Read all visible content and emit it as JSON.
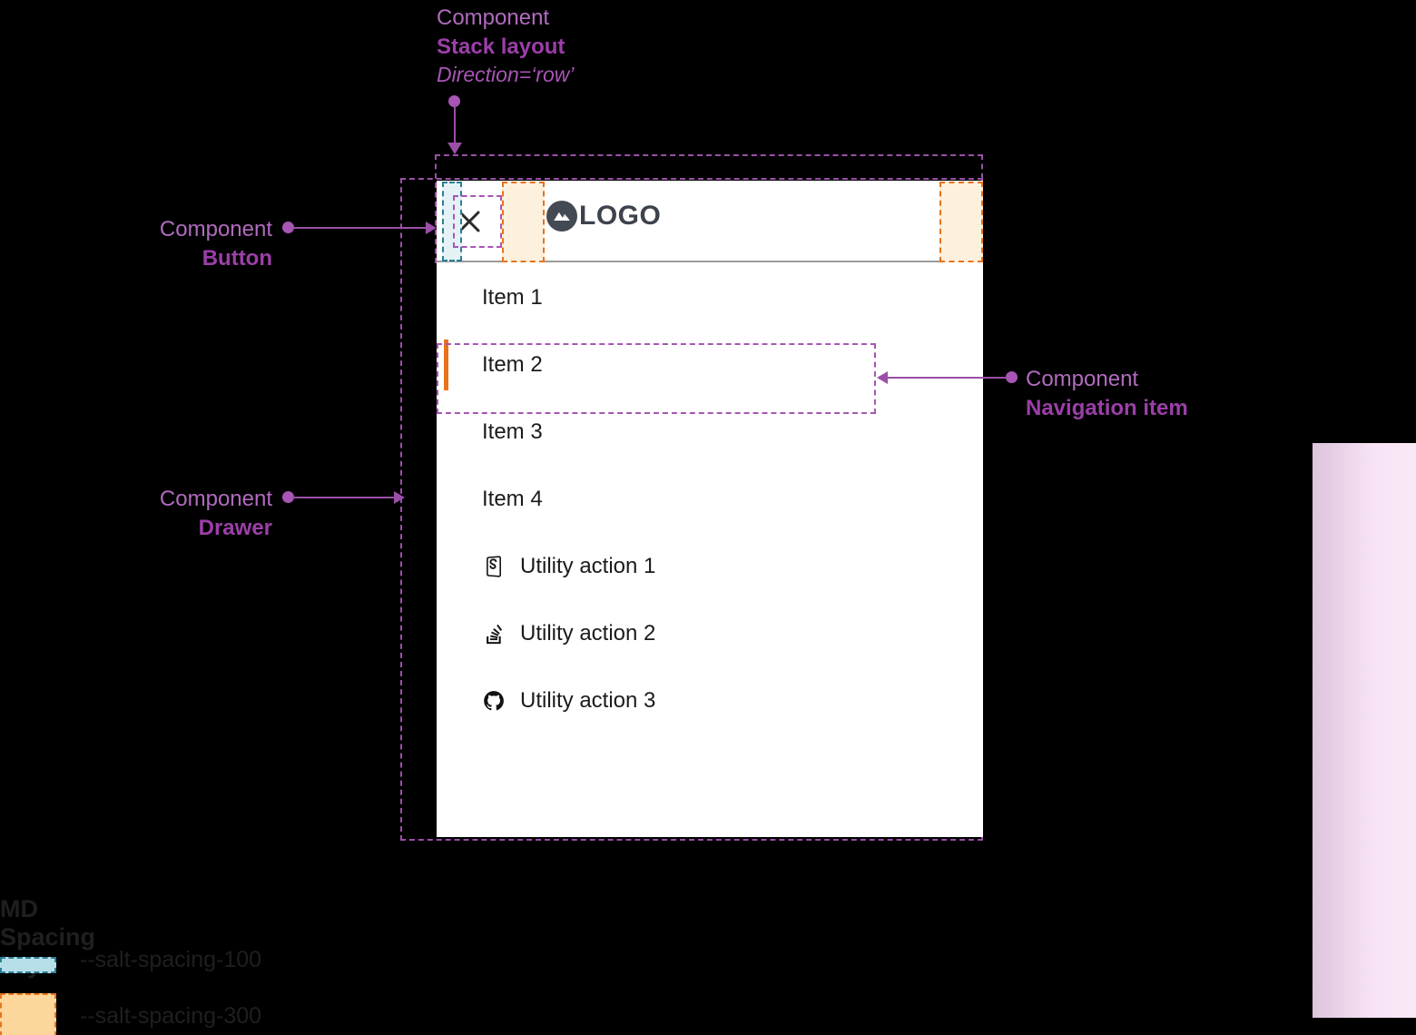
{
  "annotations": {
    "stack_layout": {
      "prefix": "Component",
      "name": "Stack layout",
      "detail": "Direction=‘row’"
    },
    "button": {
      "prefix": "Component",
      "name": "Button"
    },
    "drawer": {
      "prefix": "Component",
      "name": "Drawer"
    },
    "navigation_item": {
      "prefix": "Component",
      "name": "Navigation item"
    },
    "accent_color": "#9b3fa8"
  },
  "drawer": {
    "header": {
      "close_icon": "close-icon",
      "logo_icon": "mountain-logo-icon",
      "logo_text": "LOGO"
    },
    "nav_items": [
      {
        "label": "Item 1",
        "selected": false
      },
      {
        "label": "Item 2",
        "selected": true
      },
      {
        "label": "Item 3",
        "selected": false
      },
      {
        "label": "Item 4",
        "selected": false
      }
    ],
    "utility_actions": [
      {
        "label": "Utility action 1",
        "icon": "storybook-icon"
      },
      {
        "label": "Utility action 2",
        "icon": "stackoverflow-icon"
      },
      {
        "label": "Utility action 3",
        "icon": "github-icon"
      }
    ],
    "selected_indicator_color": "#e8731b"
  },
  "spacing_key": {
    "title": "MD Spacing key",
    "entries": [
      {
        "token": "--salt-spacing-100",
        "fill": "#b7dfe9",
        "stroke": "#2a7f95"
      },
      {
        "token": "--salt-spacing-300",
        "fill": "#fcd69a",
        "stroke": "#e8731b"
      }
    ]
  }
}
